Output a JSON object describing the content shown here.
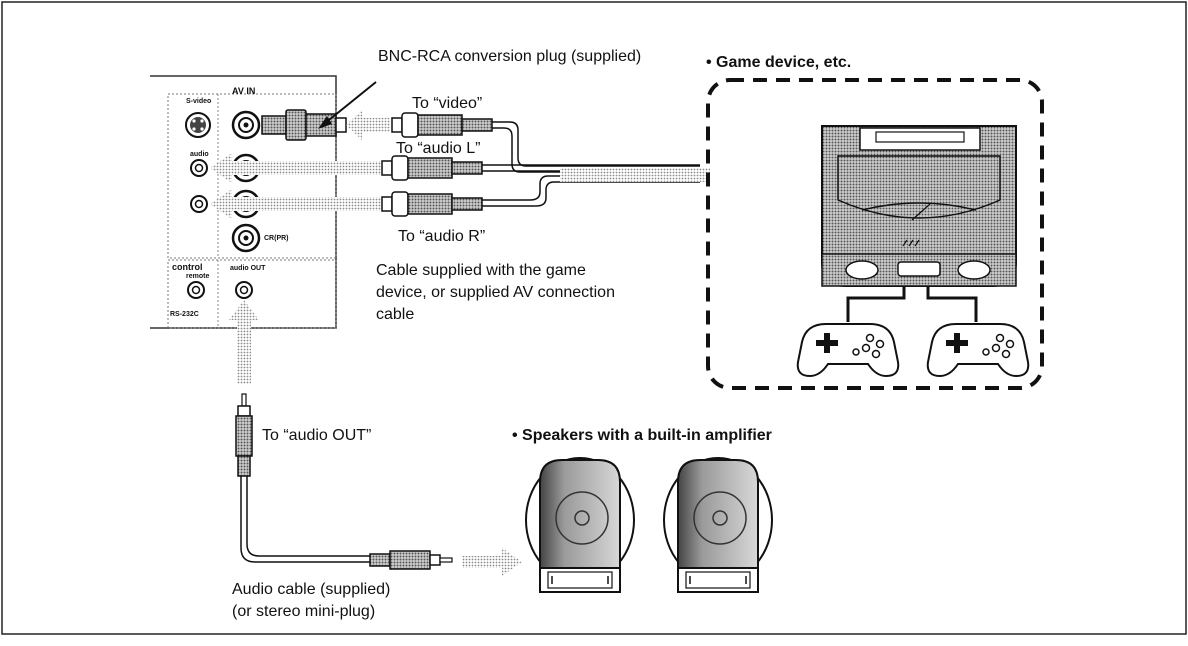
{
  "labels": {
    "bnc_plug": "BNC-RCA conversion plug (supplied)",
    "game_device": "• Game device, etc.",
    "to_video": "To “video”",
    "to_audio_l": "To “audio L”",
    "to_audio_r": "To “audio R”",
    "cable_line1": "Cable supplied with the game",
    "cable_line2": "device, or supplied AV connection",
    "cable_line3": "cable",
    "to_audio_out": "To “audio OUT”",
    "speakers": "• Speakers with a built-in amplifier",
    "audio_cable_line1": "Audio cable (supplied)",
    "audio_cable_line2": "(or stereo mini-plug)"
  },
  "panel": {
    "s_video": "S-video",
    "av_in": "AV IN",
    "audio": "audio",
    "cr_pr": "CR(PR)",
    "control": "control",
    "remote": "remote",
    "audio_out": "audio OUT",
    "rs232c": "RS-232C"
  }
}
